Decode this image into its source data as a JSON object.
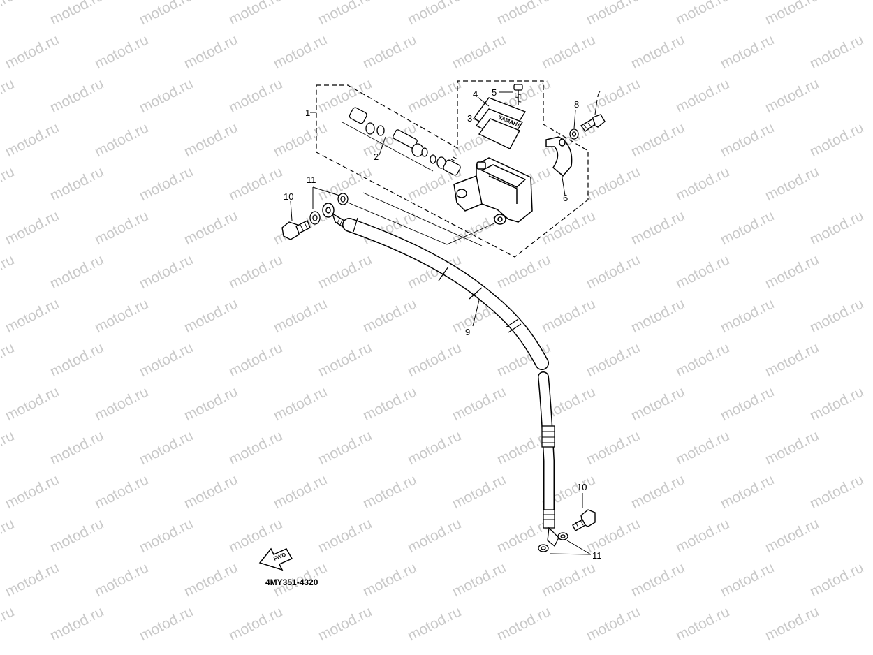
{
  "watermark": {
    "text": "motod.ru"
  },
  "diagram": {
    "code": "4MY351-4320",
    "fwd_label": "FWD",
    "logo_text": "YAMAHA",
    "callouts": [
      "1",
      "2",
      "3",
      "4",
      "5",
      "6",
      "7",
      "8",
      "9",
      "10",
      "11",
      "10",
      "11"
    ]
  }
}
